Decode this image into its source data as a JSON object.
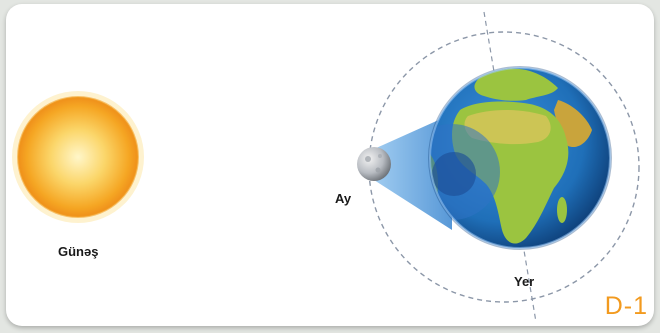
{
  "diagram": {
    "labels": {
      "sun": "Günəş",
      "moon": "Ay",
      "earth": "Yer"
    },
    "figure_tag": "D-1",
    "colors": {
      "sun": "#f8b32b",
      "ocean": "#1f6fb8",
      "land": "#9bc440",
      "shadow": "#2f72c4",
      "orbit": "#8c97a8",
      "figure_tag": "#f29a1f"
    }
  }
}
